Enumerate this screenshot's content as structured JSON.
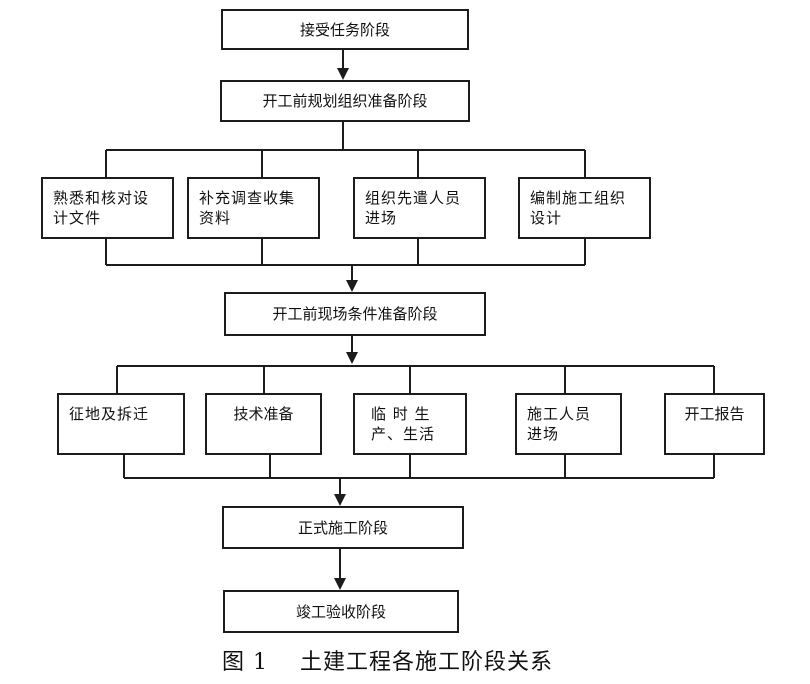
{
  "figure": {
    "caption_number": "图 1",
    "caption_title": "土建工程各施工阶段关系"
  },
  "stages": {
    "receive_task": "接受任务阶段",
    "pre_construction_planning": "开工前规划组织准备阶段",
    "site_condition_preparation": "开工前现场条件准备阶段",
    "formal_construction": "正式施工阶段",
    "completion_acceptance": "竣工验收阶段"
  },
  "planning_tasks": [
    {
      "line1": "熟悉和核对设",
      "line2": "计文件"
    },
    {
      "line1": "补充调查收集",
      "line2": "资料"
    },
    {
      "line1": "组织先遣人员",
      "line2": "进场"
    },
    {
      "line1": "编制施工组织",
      "line2": "设计"
    }
  ],
  "site_tasks": [
    {
      "line1": "征地及拆迁",
      "line2": ""
    },
    {
      "line1": "技术准备",
      "line2": ""
    },
    {
      "line1": "临 时 生",
      "line2": "产、生活"
    },
    {
      "line1": "施工人员",
      "line2": "进场"
    },
    {
      "line1": "开工报告",
      "line2": ""
    }
  ]
}
